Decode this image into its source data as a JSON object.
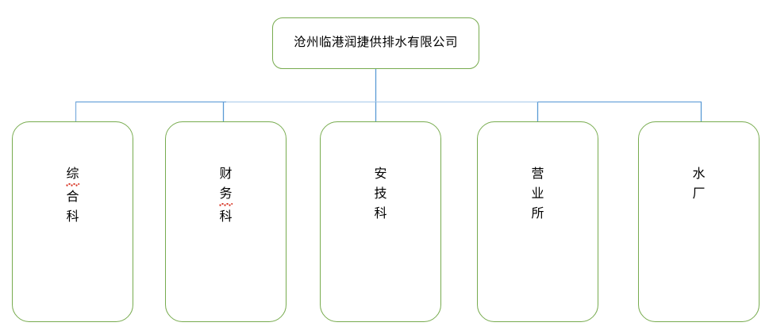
{
  "diagram": {
    "type": "organization-chart",
    "orientation": "top-down",
    "colors": {
      "node_border": "#77ab4e",
      "node_fill": "#ffffff",
      "connector": "#5b9bd5",
      "connector_light": "#aecbe8",
      "text": "#000000",
      "spellcheck_underline": "#d83a2a",
      "background": "#ffffff"
    },
    "root": {
      "label": "沧州临港润捷供排水有限公司",
      "text_orientation": "horizontal"
    },
    "children": [
      {
        "label": "综合科",
        "chars": [
          "综",
          "合",
          "科"
        ],
        "text_orientation": "vertical",
        "spellcheck_flagged_chars": [
          "综"
        ]
      },
      {
        "label": "财务科",
        "chars": [
          "财",
          "务",
          "科"
        ],
        "text_orientation": "vertical",
        "spellcheck_flagged_chars": [
          "务"
        ]
      },
      {
        "label": "安技科",
        "chars": [
          "安",
          "技",
          "科"
        ],
        "text_orientation": "vertical",
        "spellcheck_flagged_chars": []
      },
      {
        "label": "营业所",
        "chars": [
          "营",
          "业",
          "所"
        ],
        "text_orientation": "vertical",
        "spellcheck_flagged_chars": []
      },
      {
        "label": "水厂",
        "chars": [
          "水",
          "厂"
        ],
        "text_orientation": "vertical",
        "spellcheck_flagged_chars": []
      }
    ]
  }
}
